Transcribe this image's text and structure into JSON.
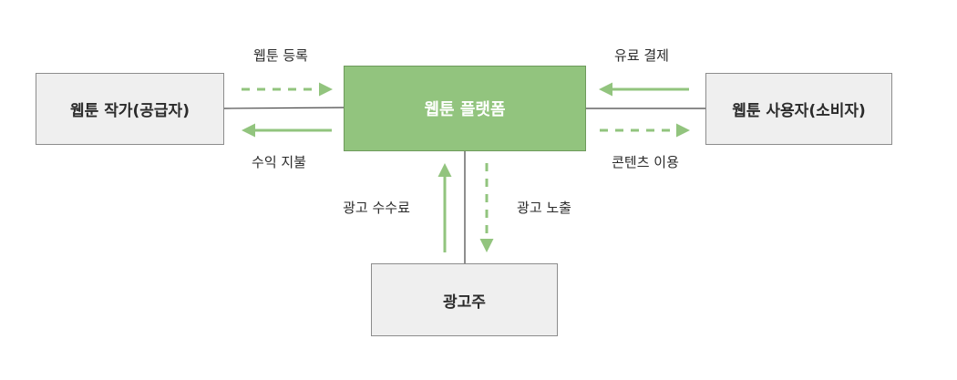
{
  "colors": {
    "platform_fill": "#92c47e",
    "node_fill": "#efefef",
    "arrow": "#92c47e",
    "line": "#444444"
  },
  "nodes": {
    "author": "웹툰 작가(공급자)",
    "platform": "웹툰 플랫폼",
    "user": "웹툰 사용자(소비자)",
    "advertiser": "광고주"
  },
  "flows": {
    "webtoon_registration": "웹툰 등록",
    "revenue_payment": "수익 지불",
    "paid_payment": "유료 결제",
    "content_use": "콘텐츠 이용",
    "ad_fee": "광고 수수료",
    "ad_exposure": "광고 노출"
  }
}
